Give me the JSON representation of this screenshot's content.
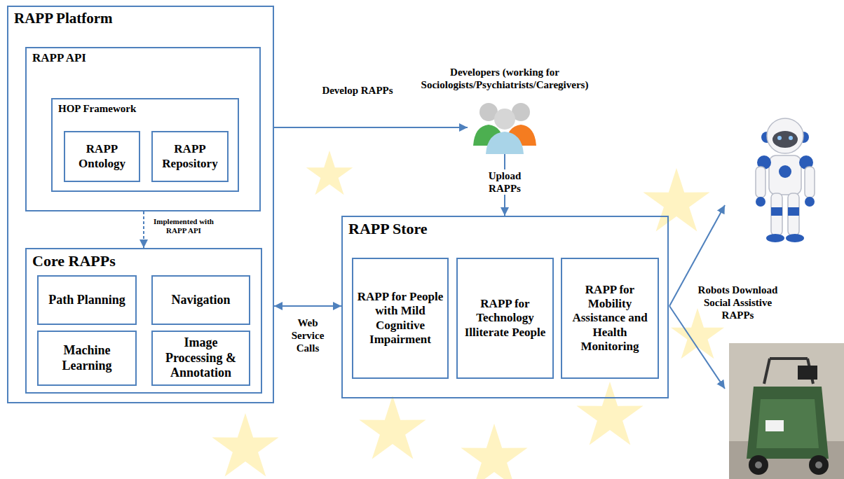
{
  "diagram": {
    "nodes": [
      {
        "text": [
          "RAPP Platform"
        ]
      },
      {
        "text": [
          "RAPP API"
        ],
        "in": 0
      },
      {
        "text": [
          "HOP Framework"
        ],
        "in": 1
      },
      {
        "text": [
          "RAPP Ontology"
        ],
        "in": 2
      },
      {
        "text": [
          "RAPP Repository"
        ],
        "in": 2
      },
      {
        "text": [
          "Core RAPPs"
        ],
        "in": 0
      },
      {
        "text": [
          "Path Planning"
        ],
        "in": 5
      },
      {
        "text": [
          "Navigation"
        ],
        "in": 5
      },
      {
        "text": [
          "Machine Learning"
        ],
        "in": 5
      },
      {
        "text": [
          "Image Processing & Annotation"
        ],
        "in": 5
      },
      {
        "text": [
          "Developers (working for Sociologists/Psychiatrists/Caregivers)"
        ]
      },
      {
        "text": [
          "RAPP Store"
        ]
      },
      {
        "text": [
          "RAPP for People with Mild Cognitive Impairment"
        ],
        "in": 11
      },
      {
        "text": [
          "RAPP for Technology Illiterate People"
        ],
        "in": 11
      },
      {
        "text": [
          "RAPP for Mobility Assistance and Health Monitoring"
        ],
        "in": 11
      }
    ],
    "edges": [
      {
        "from": 0,
        "to": 10,
        "label": "Develop RAPPs",
        "arrow": "to"
      },
      {
        "from": 10,
        "to": 11,
        "label": "Upload RAPPs",
        "arrow": "to"
      },
      {
        "from": 1,
        "to": 5,
        "label": "Implemented with RAPP API",
        "arrow": "to"
      },
      {
        "from": 0,
        "to": 11,
        "label": "Web Service Calls",
        "arrow": "both"
      }
    ],
    "labels": [
      "Robots Download Social Assistive RAPPs"
    ]
  }
}
